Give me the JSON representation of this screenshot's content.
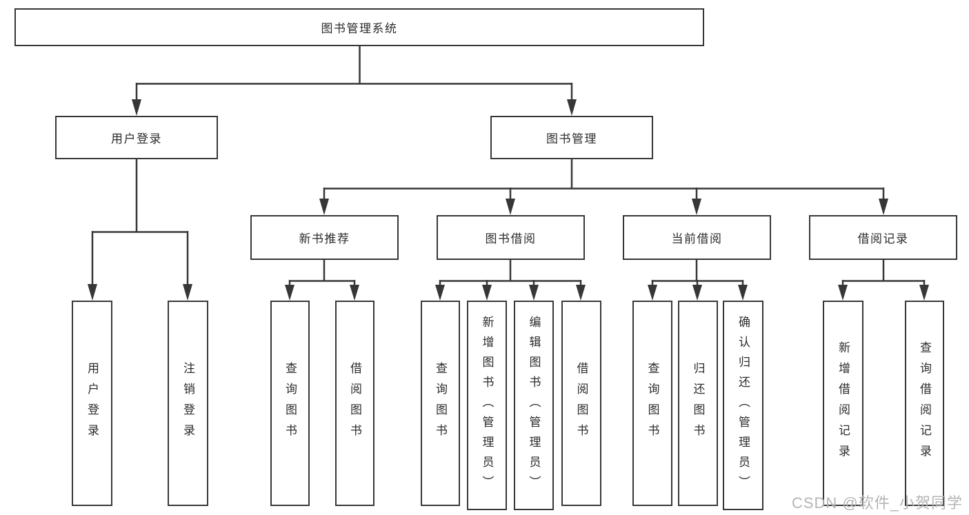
{
  "title": "图书管理系统",
  "watermark": "CSDN @软件_小贺同学",
  "colors": {
    "line": "#373737",
    "box_border": "#373737",
    "box_fill": "#ffffff",
    "text": "#2b2b2b",
    "watermark": "#b4b4b4"
  },
  "nodes": {
    "root": "图书管理系统",
    "user_login": "用户登录",
    "book_mgmt": "图书管理",
    "new_book_rec": "新书推荐",
    "book_borrow": "图书借阅",
    "current_borrow": "当前借阅",
    "borrow_records": "借阅记录",
    "leaves": {
      "user_login": "用户登录",
      "logout": "注销登录",
      "nb_query": "查询图书",
      "nb_borrow": "借阅图书",
      "bb_query": "查询图书",
      "bb_add": "新增图书（管理员）",
      "bb_edit": "编辑图书（管理员）",
      "bb_borrow": "借阅图书",
      "cb_query": "查询图书",
      "cb_return": "归还图书",
      "cb_confirm": "确认归还（管理员）",
      "br_add": "新增借阅记录",
      "br_query": "查询借阅记录"
    }
  }
}
